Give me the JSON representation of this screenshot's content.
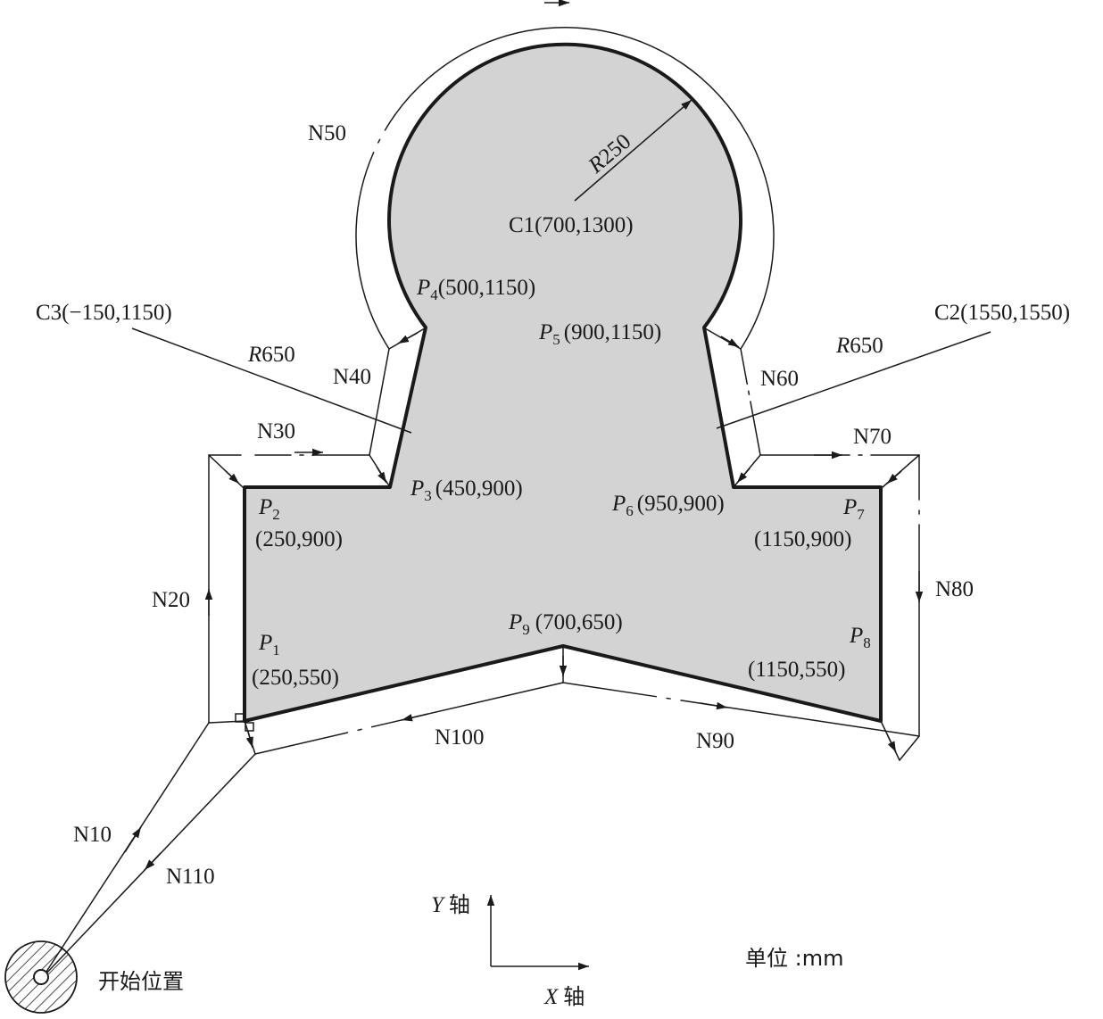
{
  "diagram": {
    "center_c1": "C1(700,1300)",
    "center_c2": "C2(1550,1550)",
    "center_c3": "C3(−150,1150)",
    "radius_small": {
      "prefix": "R",
      "value": "250"
    },
    "radius_left": {
      "prefix": "R",
      "value": "650"
    },
    "radius_right": {
      "prefix": "R",
      "value": "650"
    },
    "points": [
      {
        "letter": "P",
        "index": "1",
        "coords": "(250,550)"
      },
      {
        "letter": "P",
        "index": "2",
        "coords": "(250,900)"
      },
      {
        "letter": "P",
        "index": "3",
        "coords": "(450,900)"
      },
      {
        "letter": "P",
        "index": "4",
        "coords": "(500,1150)"
      },
      {
        "letter": "P",
        "index": "5",
        "coords": "(900,1150)"
      },
      {
        "letter": "P",
        "index": "6",
        "coords": "(950,900)"
      },
      {
        "letter": "P",
        "index": "7",
        "coords": "(1150,900)"
      },
      {
        "letter": "P",
        "index": "8",
        "coords": "(1150,550)"
      },
      {
        "letter": "P",
        "index": "9",
        "coords": "(700,650)"
      }
    ],
    "blocks": [
      "N10",
      "N20",
      "N30",
      "N40",
      "N50",
      "N60",
      "N70",
      "N80",
      "N90",
      "N100",
      "N110"
    ],
    "start_position": "开始位置",
    "y_axis": {
      "letter": "Y",
      "word": "轴"
    },
    "x_axis": {
      "letter": "X",
      "word": "轴"
    },
    "unit": "单位 :mm"
  }
}
